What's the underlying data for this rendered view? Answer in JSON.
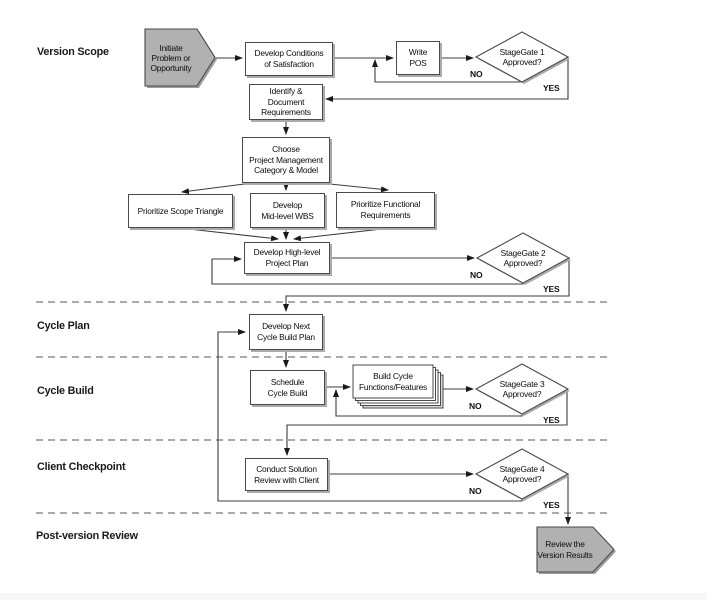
{
  "diagram": {
    "phases": {
      "version_scope": "Version Scope",
      "cycle_plan": "Cycle Plan",
      "cycle_build": "Cycle Build",
      "client_checkpoint": "Client Checkpoint",
      "post_version_review": "Post-version Review"
    },
    "nodes": {
      "initiate": "Initiate\nProblem or\nOpportunity",
      "develop_cos": "Develop Conditions\nof Satisfaction",
      "write_pos": "Write\nPOS",
      "stagegate1": "StageGate 1\nApproved?",
      "identify_requirements": "Identify &\nDocument\nRequirements",
      "choose_pm": "Choose\nProject Management\nCategory & Model",
      "prioritize_scope_triangle": "Prioritize Scope Triangle",
      "develop_midlevel_wbs": "Develop\nMid-level WBS",
      "prioritize_functional_requirements": "Prioritize Functional\nRequirements",
      "develop_highlevel_plan": "Develop High-level\nProject Plan",
      "stagegate2": "StageGate 2\nApproved?",
      "develop_next_cycle_plan": "Develop Next\nCycle Build Plan",
      "schedule_cycle_build": "Schedule\nCycle Build",
      "build_cycle_functions": "Build Cycle\nFunctions/Features",
      "stagegate3": "StageGate 3\nApproved?",
      "conduct_solution_review": "Conduct Solution\nReview with Client",
      "stagegate4": "StageGate 4\nApproved?",
      "review_version_results": "Review the\nVersion Results"
    },
    "decision_labels": {
      "no": "NO",
      "yes": "YES"
    },
    "colors": {
      "terminator_fill": "#b1b1b1",
      "line": "#3d3d3d",
      "shadow": "#ababab",
      "dashed_divider": "#8f8f8f"
    }
  }
}
